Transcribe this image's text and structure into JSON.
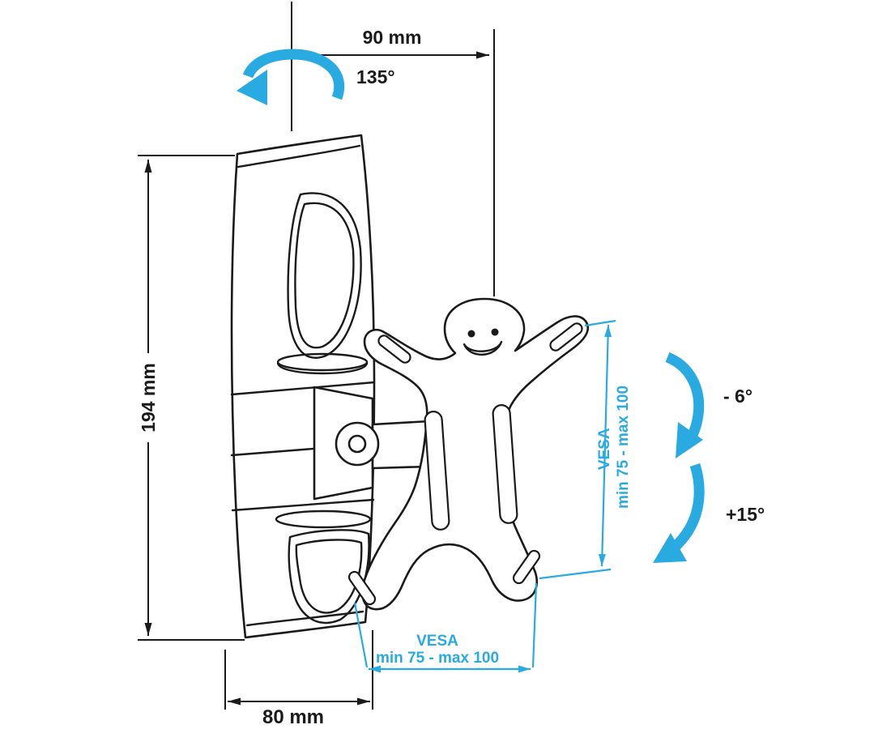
{
  "diagram": {
    "type": "technical-dimension-diagram",
    "subject": "Tilt-and-swivel TV wall mount with VESA adapter plate",
    "colors": {
      "line": "#1a1a1a",
      "accent_blue": "#29abe2",
      "background": "#ffffff"
    },
    "dimensions": {
      "top_width": "90 mm",
      "swivel_angle": "135°",
      "height": "194 mm",
      "base_depth": "80 mm",
      "tilt_up": "- 6°",
      "tilt_down": "+15°"
    },
    "vesa_vertical": {
      "line1": "VESA",
      "line2": "min 75 - max 100"
    },
    "vesa_horizontal": {
      "line1": "VESA",
      "line2": "min 75 - max 100"
    }
  }
}
